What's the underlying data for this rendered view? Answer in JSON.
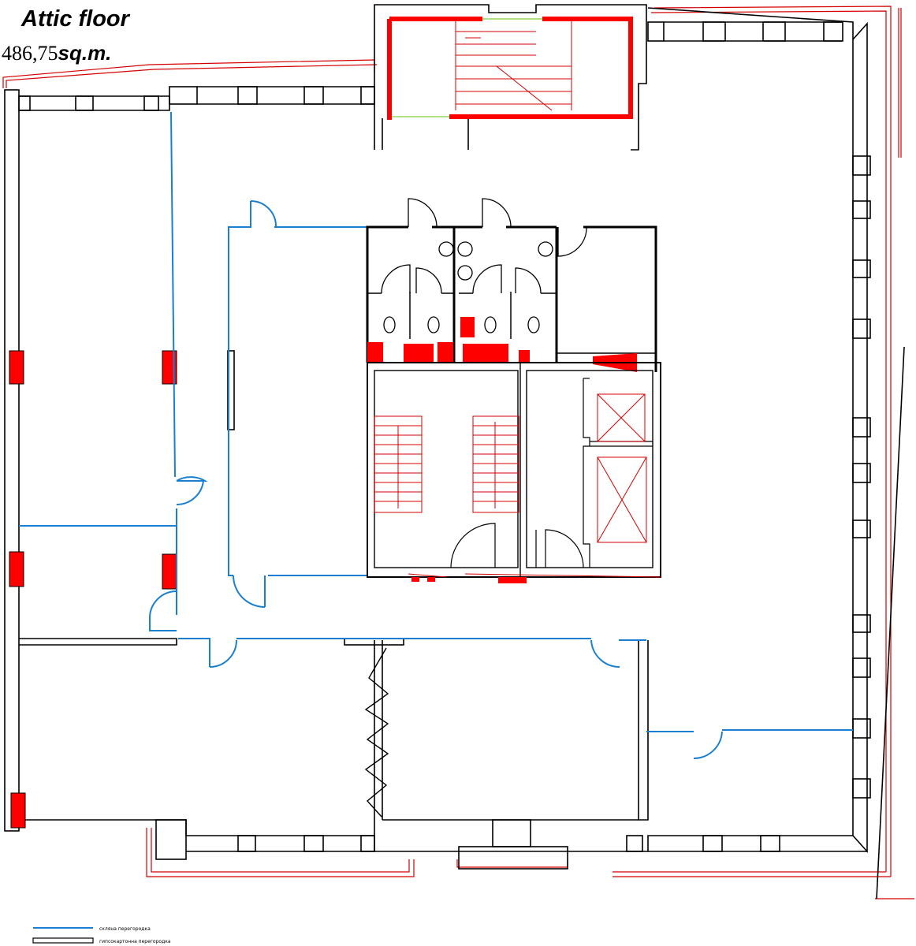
{
  "title": "Attic floor",
  "area": {
    "value": "486,75",
    "unit": "sq.m."
  },
  "legend": [
    {
      "label": "склянa перегородка",
      "color": "#1a7fd0"
    },
    {
      "label": "гипсокартонна перегородка",
      "color": "#000000"
    }
  ],
  "colors": {
    "wall": "#000000",
    "glass_partition": "#1a7fd0",
    "facade": "#d40000",
    "fill": "#ff0000",
    "green": "#8fd14f"
  }
}
